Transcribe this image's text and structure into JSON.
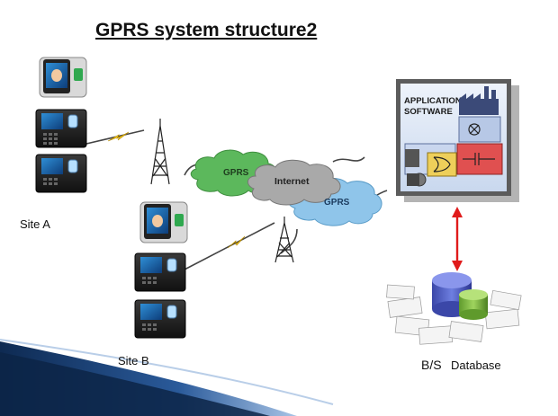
{
  "title": "GPRS system structure2",
  "labels": {
    "site_a": "Site A",
    "site_b": "Site B",
    "bs": "B/S",
    "database": "Database"
  },
  "clouds": {
    "gprs_left": "GPRS",
    "internet": "Internet",
    "gprs_right": "GPRS"
  },
  "app_panel": {
    "line1": "APPLICATION",
    "line2": "SOFTWARE"
  },
  "colors": {
    "gprs_cloud": "#5cb85c",
    "internet_cloud": "#a9a9a9",
    "gprs_cloud_right": "#8fc5ea",
    "arrow": "#e01b1b",
    "swoosh": "#1b3f73"
  }
}
